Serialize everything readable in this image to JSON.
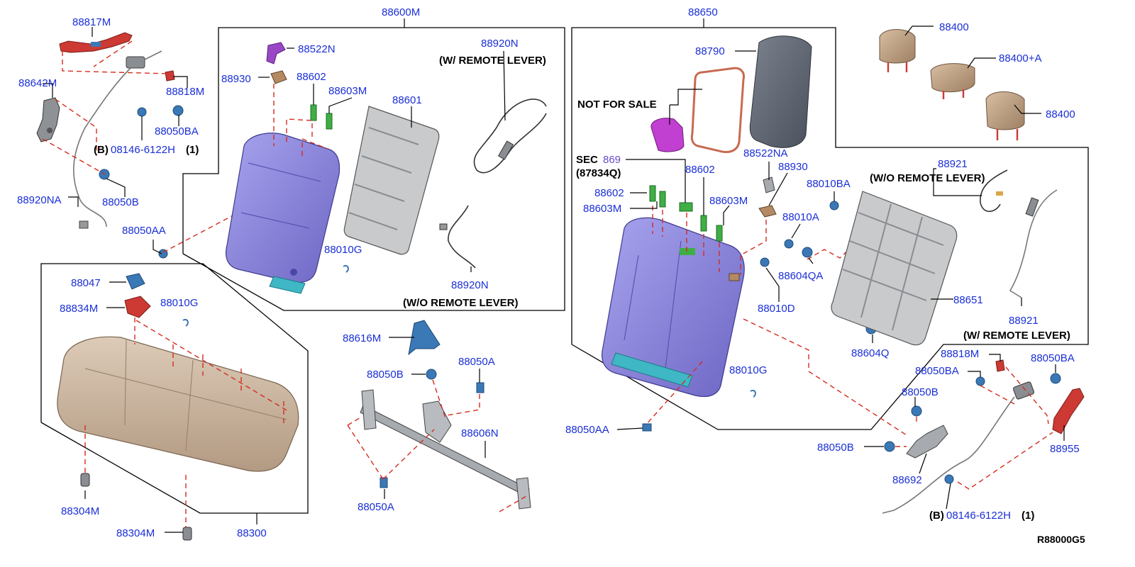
{
  "diagram_code": "R88000G5",
  "labels": {
    "l88817M": "88817M",
    "l88818M_a": "88818M",
    "l88642M": "88642M",
    "l88050BA_a": "88050BA",
    "lB_a": "(B)",
    "l08146_a": "08146-6122H",
    "l1_a": "(1)",
    "l88920NA": "88920NA",
    "l88050B_a": "88050B",
    "l88050AA_a": "88050AA",
    "l88600M": "88600M",
    "l88522N": "88522N",
    "l88930_a": "88930",
    "l88602_a": "88602",
    "l88603M_a": "88603M",
    "l88601": "88601",
    "l88920N_a": "88920N",
    "wRemote_a": "(W/ REMOTE LEVER)",
    "l88010G_a": "88010G",
    "l88920N_b": "88920N",
    "woRemote_a": "(W/O REMOTE LEVER)",
    "l88047": "88047",
    "l88834M": "88834M",
    "l88010G_b": "88010G",
    "l88304M_a": "88304M",
    "l88304M_b": "88304M",
    "l88300": "88300",
    "l88616M": "88616M",
    "l88050B_b": "88050B",
    "l88050A_a": "88050A",
    "l88606N": "88606N",
    "l88050A_b": "88050A",
    "l88650": "88650",
    "l88790": "88790",
    "notForSale": "NOT FOR SALE",
    "sec": "SEC",
    "sec869": "869",
    "sec87834Q": "(87834Q)",
    "l88602_b": "88602",
    "l88603M_b": "88603M",
    "l88602_c": "88602",
    "l88603M_c": "88603M",
    "l88522NA": "88522NA",
    "l88930_b": "88930",
    "l88010BA": "88010BA",
    "l88010A": "88010A",
    "l88604QA": "88604QA",
    "l88010D": "88010D",
    "l88651": "88651",
    "l88604Q": "88604Q",
    "l88010G_c": "88010G",
    "l88050AA_b": "88050AA",
    "l88400_a": "88400",
    "l88400A": "88400+A",
    "l88400_b": "88400",
    "l88921_a": "88921",
    "woRemote_b": "(W/O REMOTE LEVER)",
    "l88921_b": "88921",
    "wRemote_b": "(W/ REMOTE LEVER)",
    "l88818M_b": "88818M",
    "l88050BA_b": "88050BA",
    "l88050BA_c": "88050BA",
    "l88050B_c": "88050B",
    "l88050B_d": "88050B",
    "l88692": "88692",
    "l88955": "88955",
    "lB_b": "(B)",
    "l08146_b": "08146-6122H",
    "l1_b": "(1)"
  },
  "colors": {
    "part_number": "#1a2fd6",
    "callout_dash": "#d52b1e",
    "seatback": "#8b86d8",
    "cushion": "#c8b4a0",
    "frame_metal": "#c8cacc",
    "bracket_red": "#cc3a33",
    "clip_blue": "#3a78b6",
    "bolt_green": "#3fae45",
    "bracket_purple": "#9a47c6",
    "trim_teal": "#3fb7c4",
    "headrest": "#c3a588",
    "armrest": "#5f6673",
    "cupholder": "#c13fd1"
  }
}
